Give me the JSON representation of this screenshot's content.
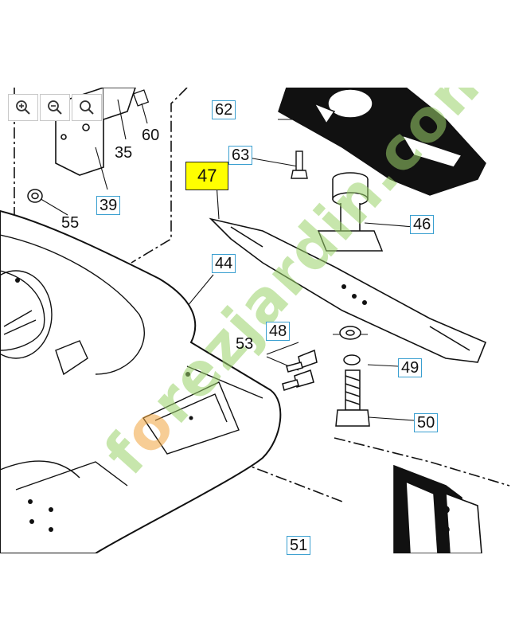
{
  "toolbar": {
    "zoom_in_icon": "zoom-in-icon",
    "zoom_out_icon": "zoom-out-icon",
    "zoom_reset_icon": "zoom-reset-icon"
  },
  "parts": {
    "p62": "62",
    "p60": "60",
    "p35": "35",
    "p63": "63",
    "p47": "47",
    "p39": "39",
    "p55": "55",
    "p46": "46",
    "p44": "44",
    "p48": "48",
    "p53": "53",
    "p49": "49",
    "p50": "50",
    "p51": "51"
  },
  "watermark": {
    "text_start": "f",
    "text_o": "o",
    "text_end": "rezjardin.com"
  },
  "colors": {
    "highlight": "#ffff00",
    "label_border": "#3a9fd0",
    "watermark_green": "#9bd36a",
    "watermark_orange": "#f2a640"
  }
}
